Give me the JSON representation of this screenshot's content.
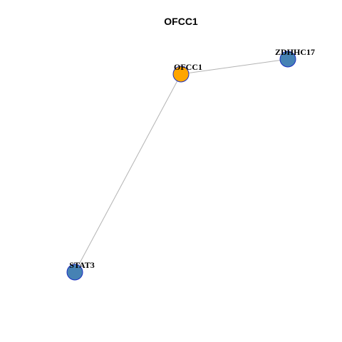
{
  "title": "OFCC1",
  "colors": {
    "center_fill": "#FFA500",
    "neighbor_fill": "#4682B4",
    "node_stroke": "#1A2FC0",
    "edge": "#B3B3B3",
    "label": "#000000"
  },
  "nodes": [
    {
      "id": "OFCC1",
      "label": "OFCC1",
      "role": "center"
    },
    {
      "id": "ZDHHC17",
      "label": "ZDHHC17",
      "role": "neighbor"
    },
    {
      "id": "STAT3",
      "label": "STAT3",
      "role": "neighbor"
    }
  ],
  "edges": [
    {
      "source": "OFCC1",
      "target": "ZDHHC17"
    },
    {
      "source": "OFCC1",
      "target": "STAT3"
    }
  ]
}
